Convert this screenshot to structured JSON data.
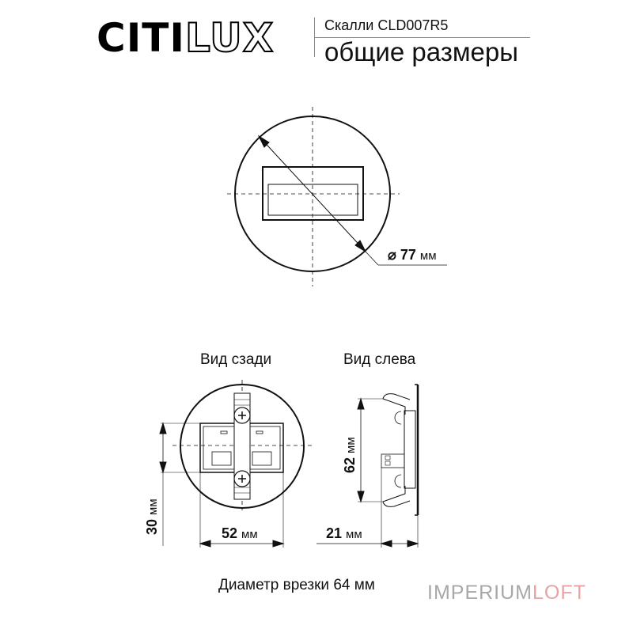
{
  "header": {
    "logo_part1": "CITI",
    "logo_part2": "LUX",
    "model": "Скалли CLD007R5",
    "subtitle": "общие размеры"
  },
  "front_view": {
    "diameter_symbol": "⌀",
    "diameter_value": "77",
    "unit": "мм"
  },
  "back_view": {
    "label": "Вид сзади",
    "height_value": "30",
    "width_value": "52",
    "unit": "мм"
  },
  "side_view": {
    "label": "Вид слева",
    "height_value": "62",
    "depth_value": "21",
    "unit": "мм"
  },
  "footer": {
    "cutout": "Диаметр врезки 64 мм",
    "watermark_part1": "IMPERIUM",
    "watermark_part2": "LOFT"
  },
  "colors": {
    "line": "#111111",
    "watermark_gray": "#a8a8a8",
    "watermark_pink": "#e8a3a3"
  }
}
